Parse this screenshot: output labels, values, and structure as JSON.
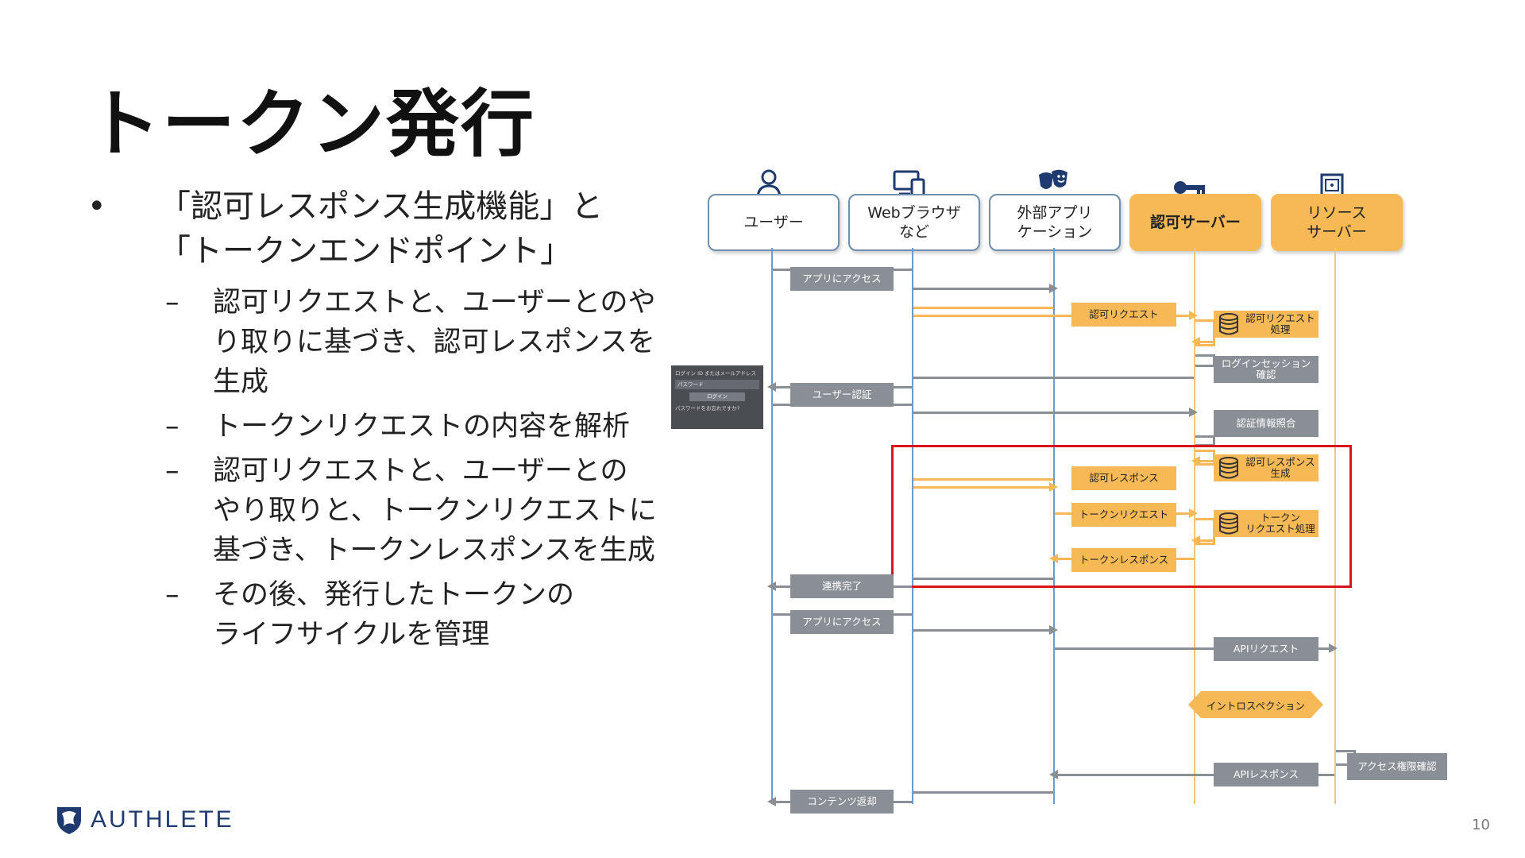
{
  "title": "トークン発行",
  "bullets": [
    {
      "marker": "•",
      "lines": [
        "「認可レスポンス生成機能」と",
        "「トークンエンドポイント」"
      ],
      "sub": [
        {
          "marker": "–",
          "lines": [
            "認可リクエストと、ユーザーとのや",
            "り取りに基づき、認可レスポンスを",
            "生成"
          ]
        },
        {
          "marker": "–",
          "lines": [
            "トークンリクエストの内容を解析"
          ]
        },
        {
          "marker": "–",
          "lines": [
            "認可リクエストと、ユーザーとの",
            "やり取りと、トークンリクエストに",
            "基づき、トークンレスポンスを生成"
          ]
        },
        {
          "marker": "–",
          "lines": [
            "その後、発行したトークンの",
            "ライフサイクルを管理"
          ]
        }
      ]
    }
  ],
  "actors": {
    "user": "ユーザー",
    "browser": "Webブラウザ\nなど",
    "app": "外部アプリ\nケーション",
    "authz": "認可サーバー",
    "resource": "リソース\nサーバー"
  },
  "messages": {
    "app_access_1": "アプリにアクセス",
    "authz_request": "認可リクエスト",
    "authz_request_proc": "認可リクエスト\n処理",
    "login_session": "ログインセッション\n確認",
    "user_auth": "ユーザー認証",
    "auth_info": "認証情報照合",
    "authz_response_gen": "認可レスポンス\n生成",
    "authz_response": "認可レスポンス",
    "token_request": "トークンリクエスト",
    "token_request_proc": "トークン\nリクエスト処理",
    "token_response": "トークンレスポンス",
    "link_complete": "連携完了",
    "app_access_2": "アプリにアクセス",
    "api_request": "APIリクエスト",
    "introspection": "イントロスペクション",
    "access_check": "アクセス権限確認",
    "api_response": "APIレスポンス",
    "content_return": "コンテンツ返却"
  },
  "login_thumb": {
    "id_field": "ログイン ID またはメールアドレス",
    "password_field": "パスワード",
    "login_button": "ログイン",
    "forgot": "パスワードをお忘れですか?"
  },
  "footer": {
    "logo": "AUTHLETE",
    "page": "10"
  },
  "colors": {
    "orange": "#f7b955",
    "gray": "#8a8f96",
    "blue_line": "#6b9bd0",
    "highlight": "#d9141b",
    "logo": "#1f3a6e"
  }
}
